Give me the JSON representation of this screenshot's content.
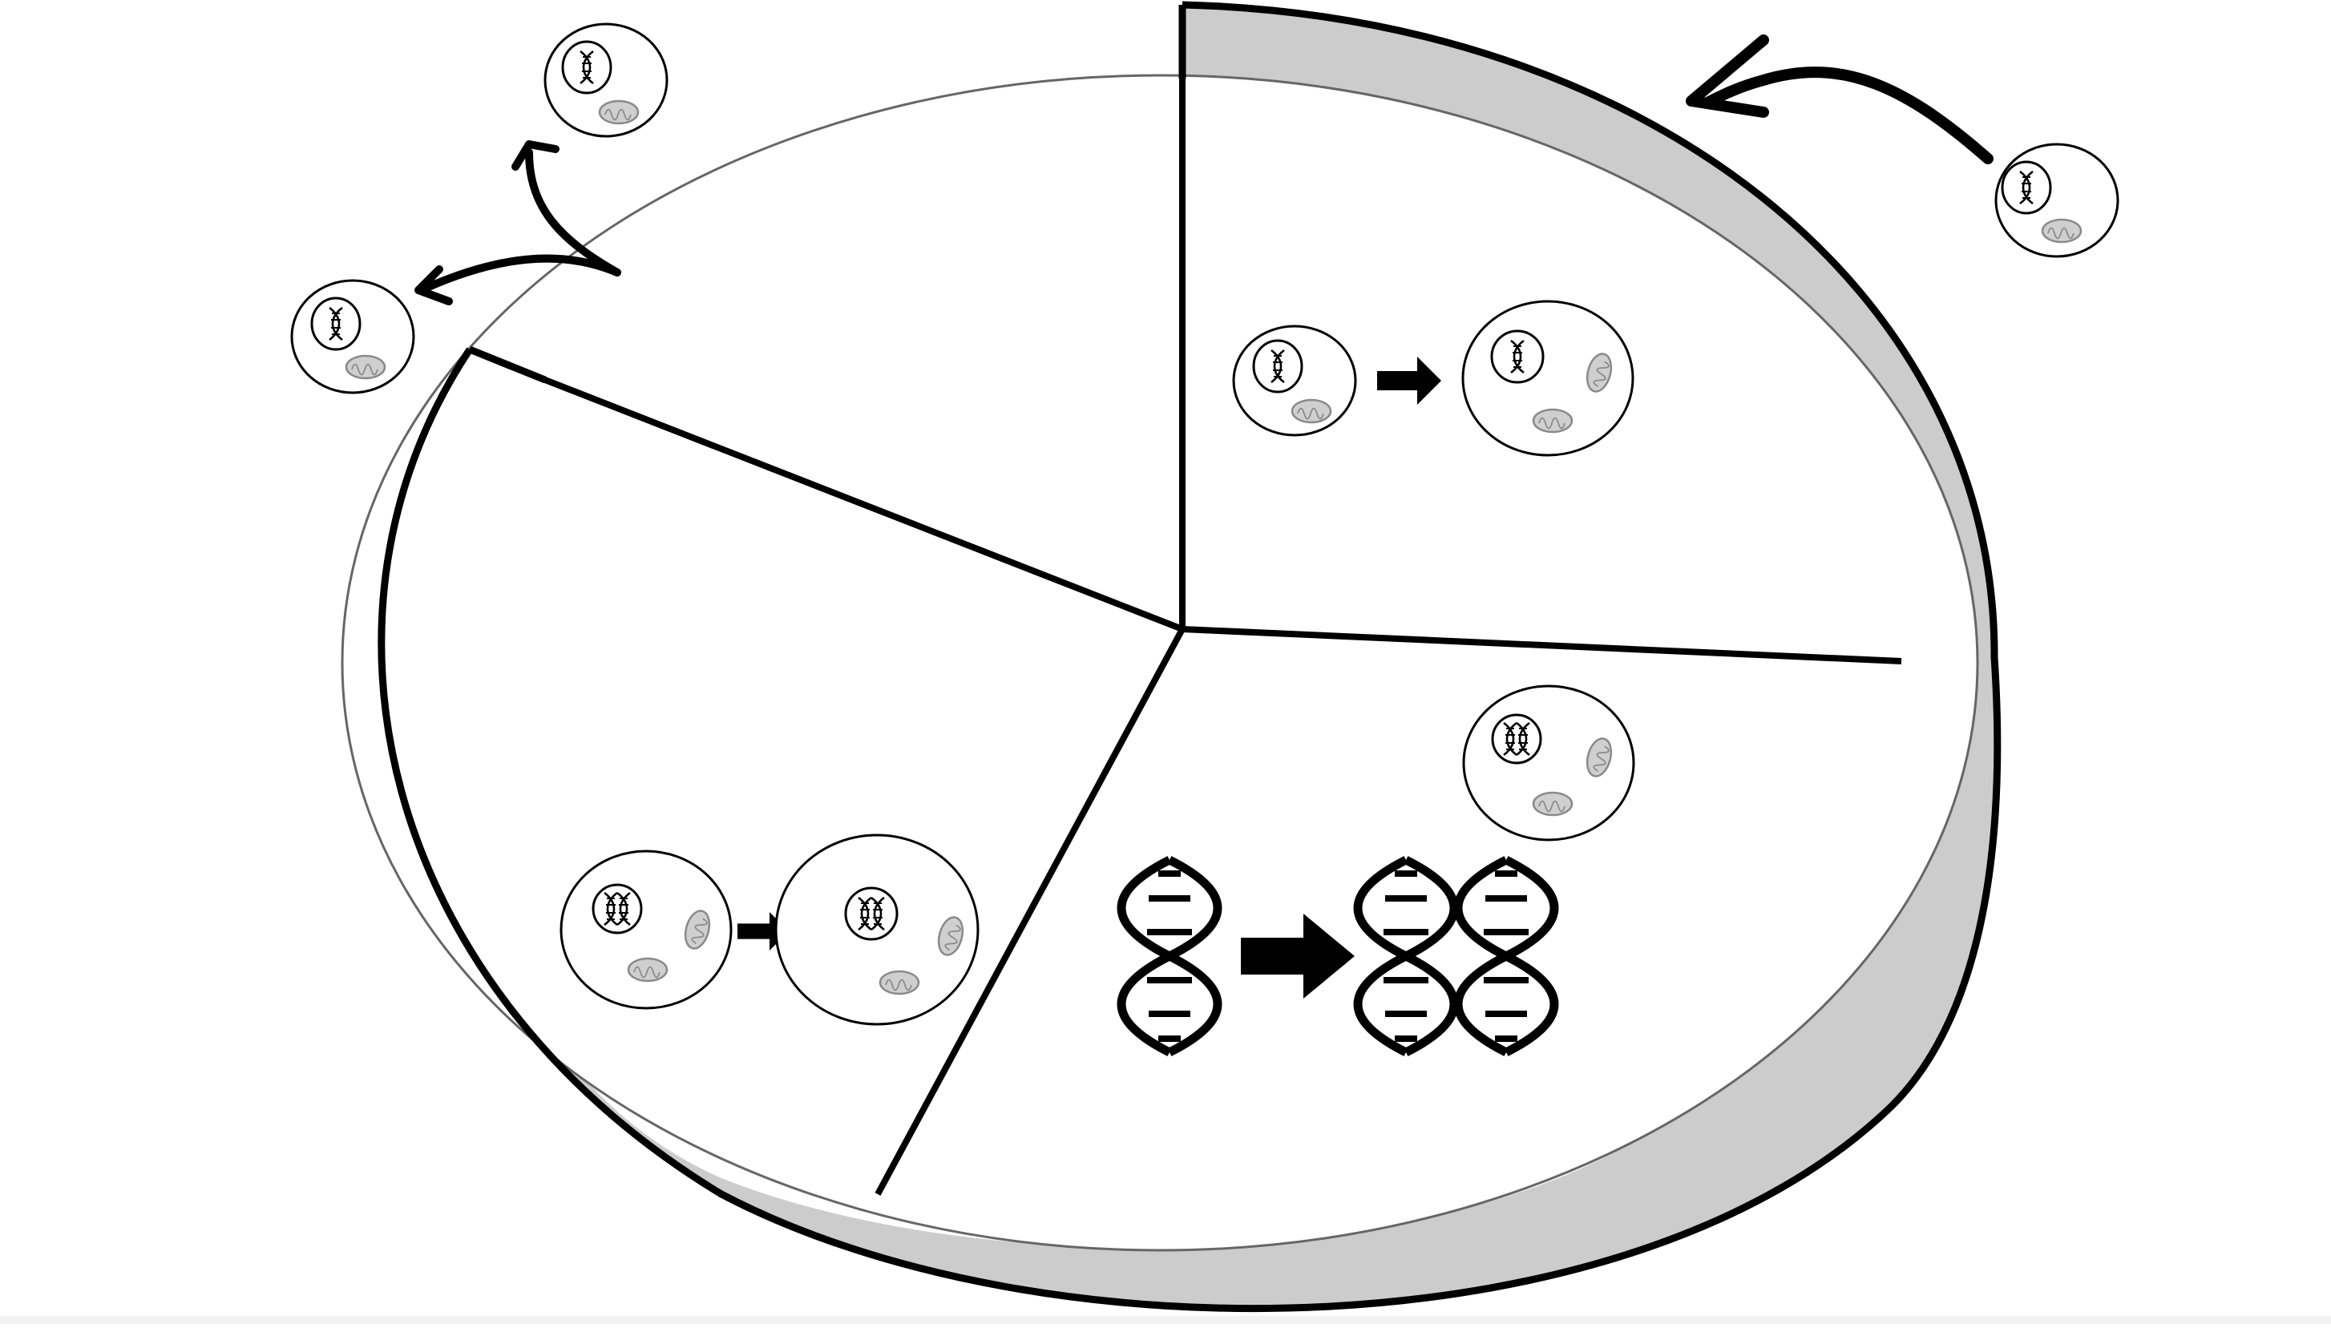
{
  "diagram": {
    "type": "cell-cycle",
    "colors": {
      "background": "#ffffff",
      "outline": "#000000",
      "ring_fill": "#cccccc",
      "inner_oval_stroke": "#666666",
      "mitochondria_fill": "#cfcfcf",
      "mitochondria_stroke": "#8a8a8a"
    },
    "phases": [
      {
        "id": "phase-upper-left",
        "content": "empty"
      },
      {
        "id": "phase-upper-right",
        "content": "cell-growth",
        "icons": [
          "cell-icon",
          "arrow-right-icon",
          "cell-icon"
        ]
      },
      {
        "id": "phase-lower-right",
        "content": "dna-replication",
        "icons": [
          "cell-icon",
          "dna-helix-icon",
          "arrow-right-icon",
          "dna-helix-icon",
          "dna-helix-icon"
        ]
      },
      {
        "id": "phase-lower-left",
        "content": "growth-with-duplicated-dna",
        "icons": [
          "cell-icon",
          "arrow-right-icon",
          "cell-icon"
        ]
      }
    ],
    "outer_ring_arcs": [
      "ring-arc-left",
      "ring-arc-right"
    ],
    "external_cells": [
      "cell-entering-cycle",
      "daughter-cell-top",
      "daughter-cell-left"
    ],
    "arrows": [
      "entry-arrow-icon",
      "division-arrow-icon"
    ]
  }
}
